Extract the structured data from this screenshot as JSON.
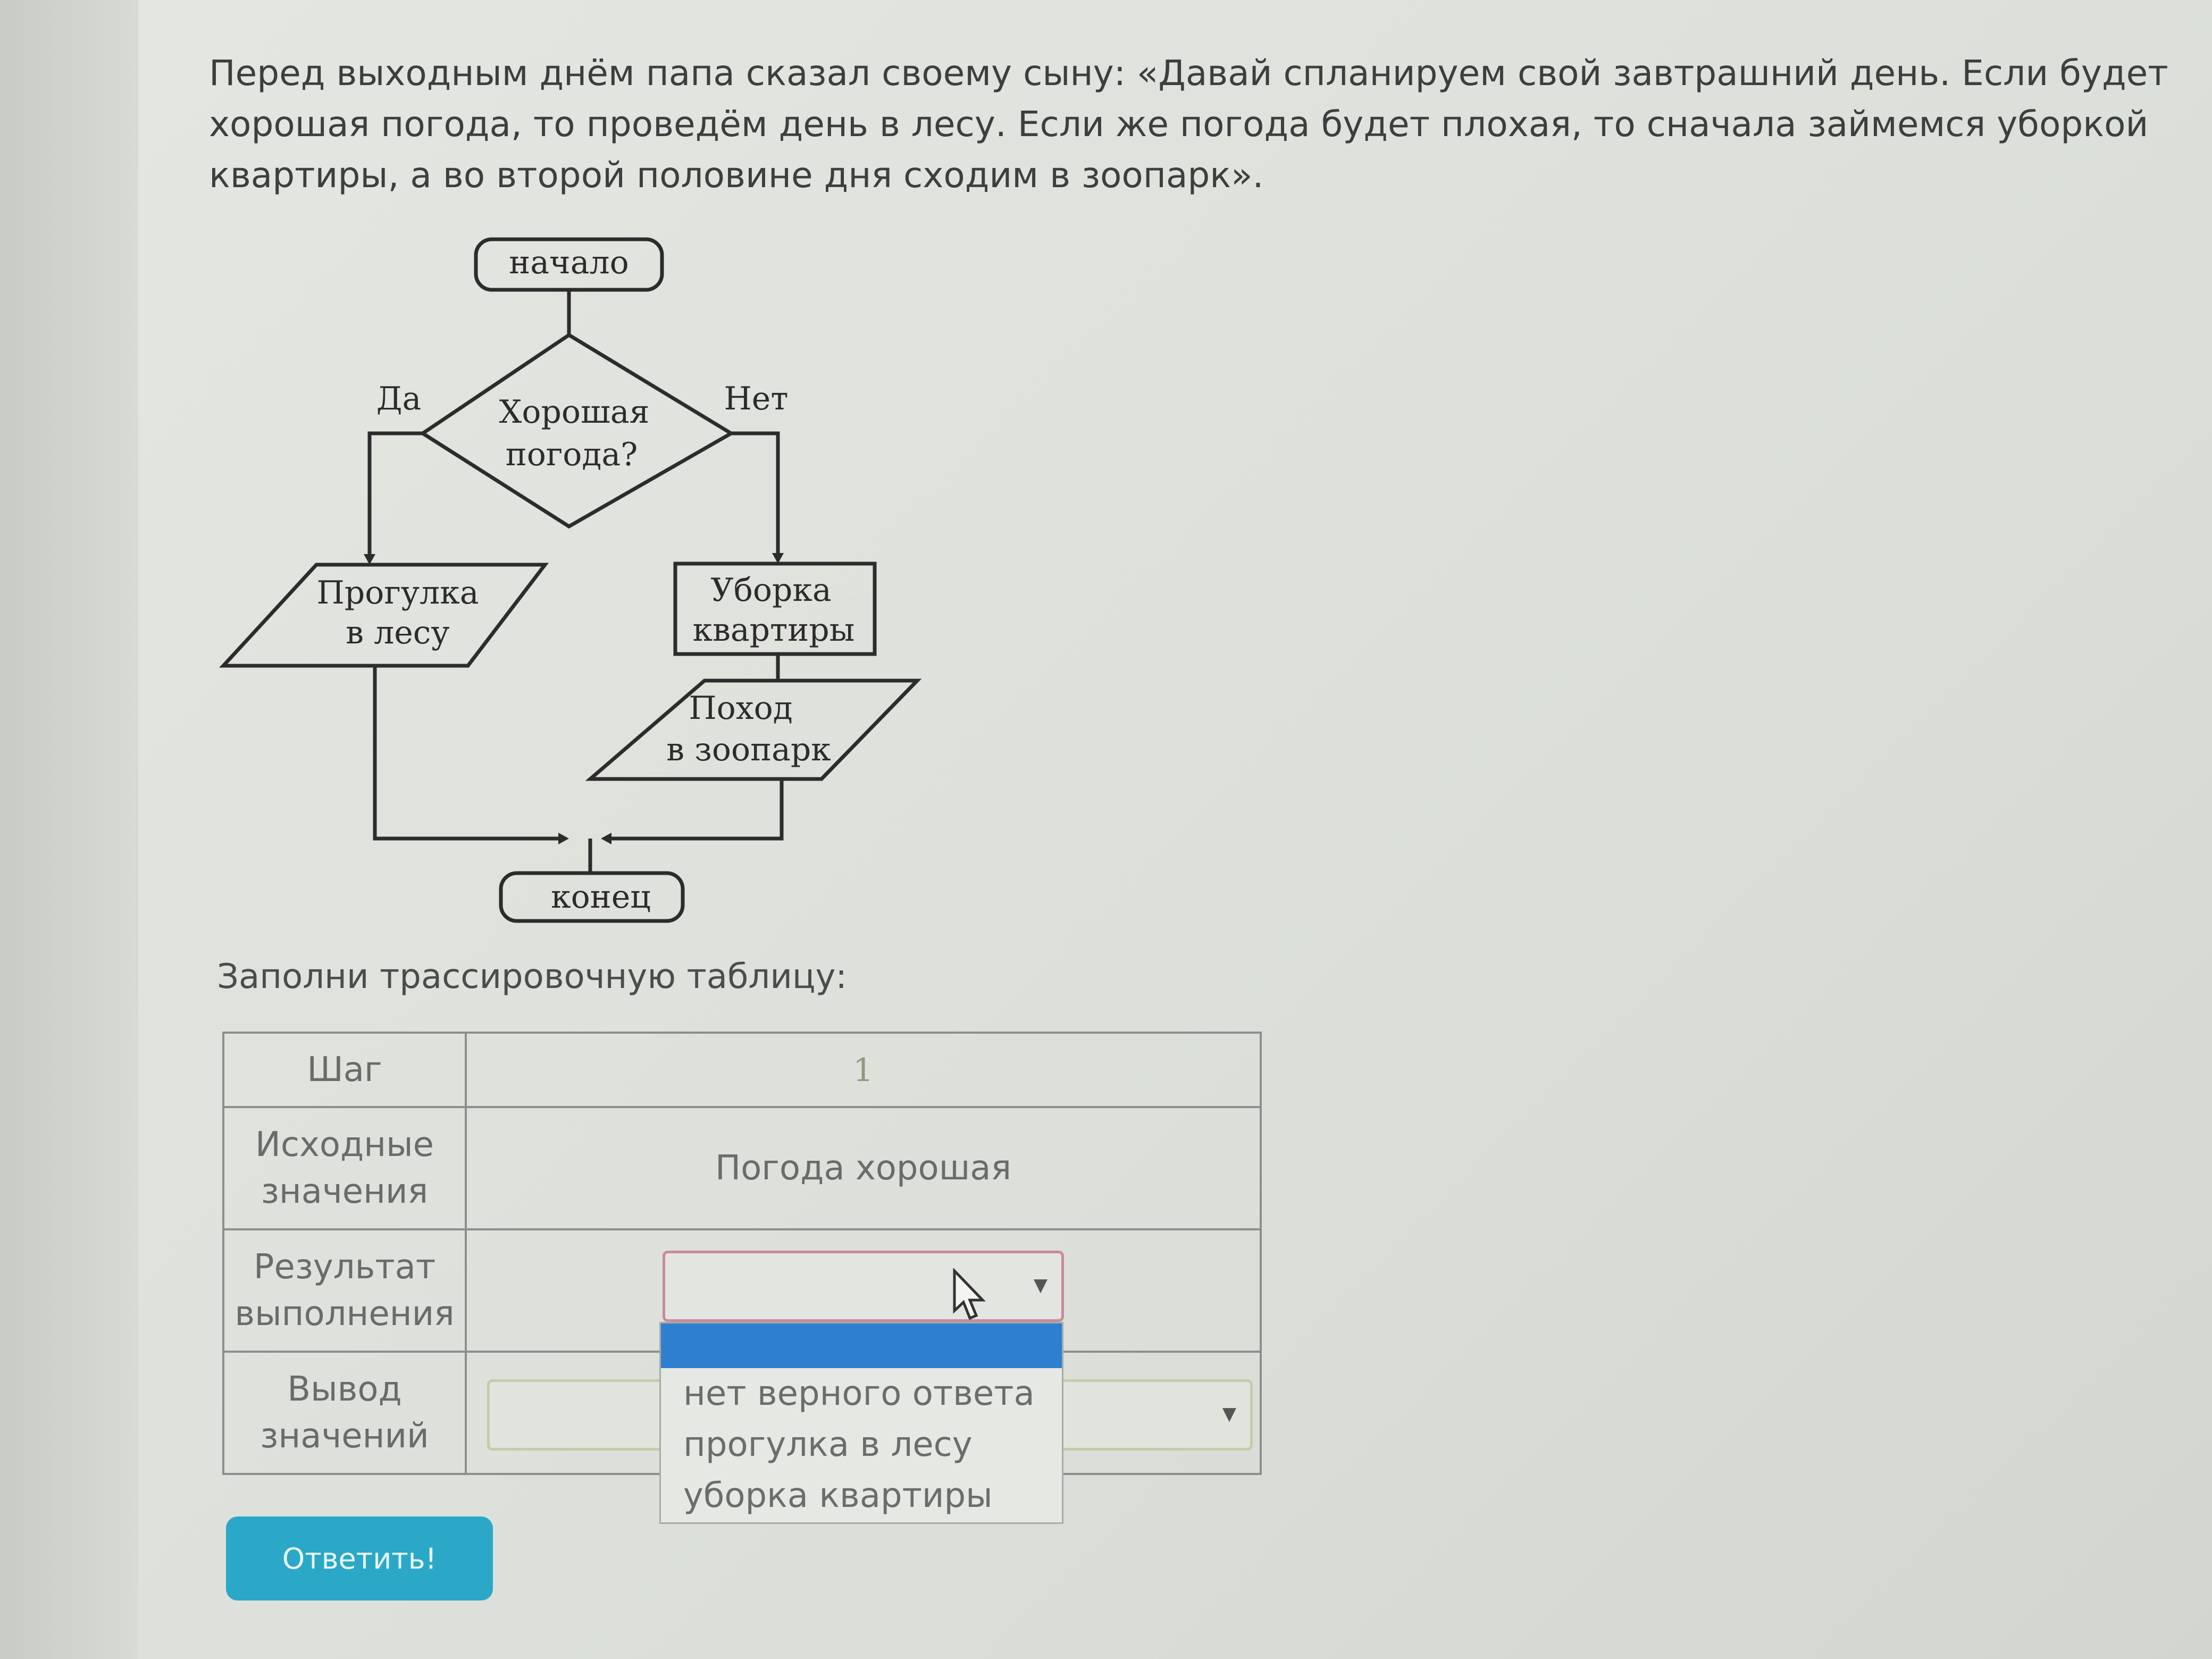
{
  "intro_text": "Перед выходным днём папа сказал своему сыну: «Давай спланируем свой завтрашний день. Если будет хорошая погода, то проведём день в лесу. Если же погода будет плохая, то сначала займемся уборкой квартиры, а во второй половине дня сходим в зоопарк».",
  "flowchart": {
    "start": "начало",
    "condition_line1": "Хорошая",
    "condition_line2": "погода?",
    "yes_label": "Да",
    "no_label": "Нет",
    "walk_line1": "Прогулка",
    "walk_line2": "в лесу",
    "clean_line1": "Уборка",
    "clean_line2": "квартиры",
    "zoo_line1": "Поход",
    "zoo_line2": "в зоопарк",
    "end": "конец"
  },
  "instruction": "Заполни трассировочную таблицу:",
  "table": {
    "step_label": "Шаг",
    "step_value": "1",
    "initial_label": "Исходные значения",
    "initial_value": "Погода хорошая",
    "result_label": "Результат выполнения",
    "result_selected": "",
    "output_label": "Вывод значений",
    "output_selected": ""
  },
  "dropdown_options": [
    "нет верного ответа",
    "прогулка в лесу",
    "уборка квартиры"
  ],
  "submit_label": "Ответить!",
  "colors": {
    "button": "#2ba8c7",
    "highlight": "#2f7fd0",
    "active_select_border": "#c98a9a"
  }
}
